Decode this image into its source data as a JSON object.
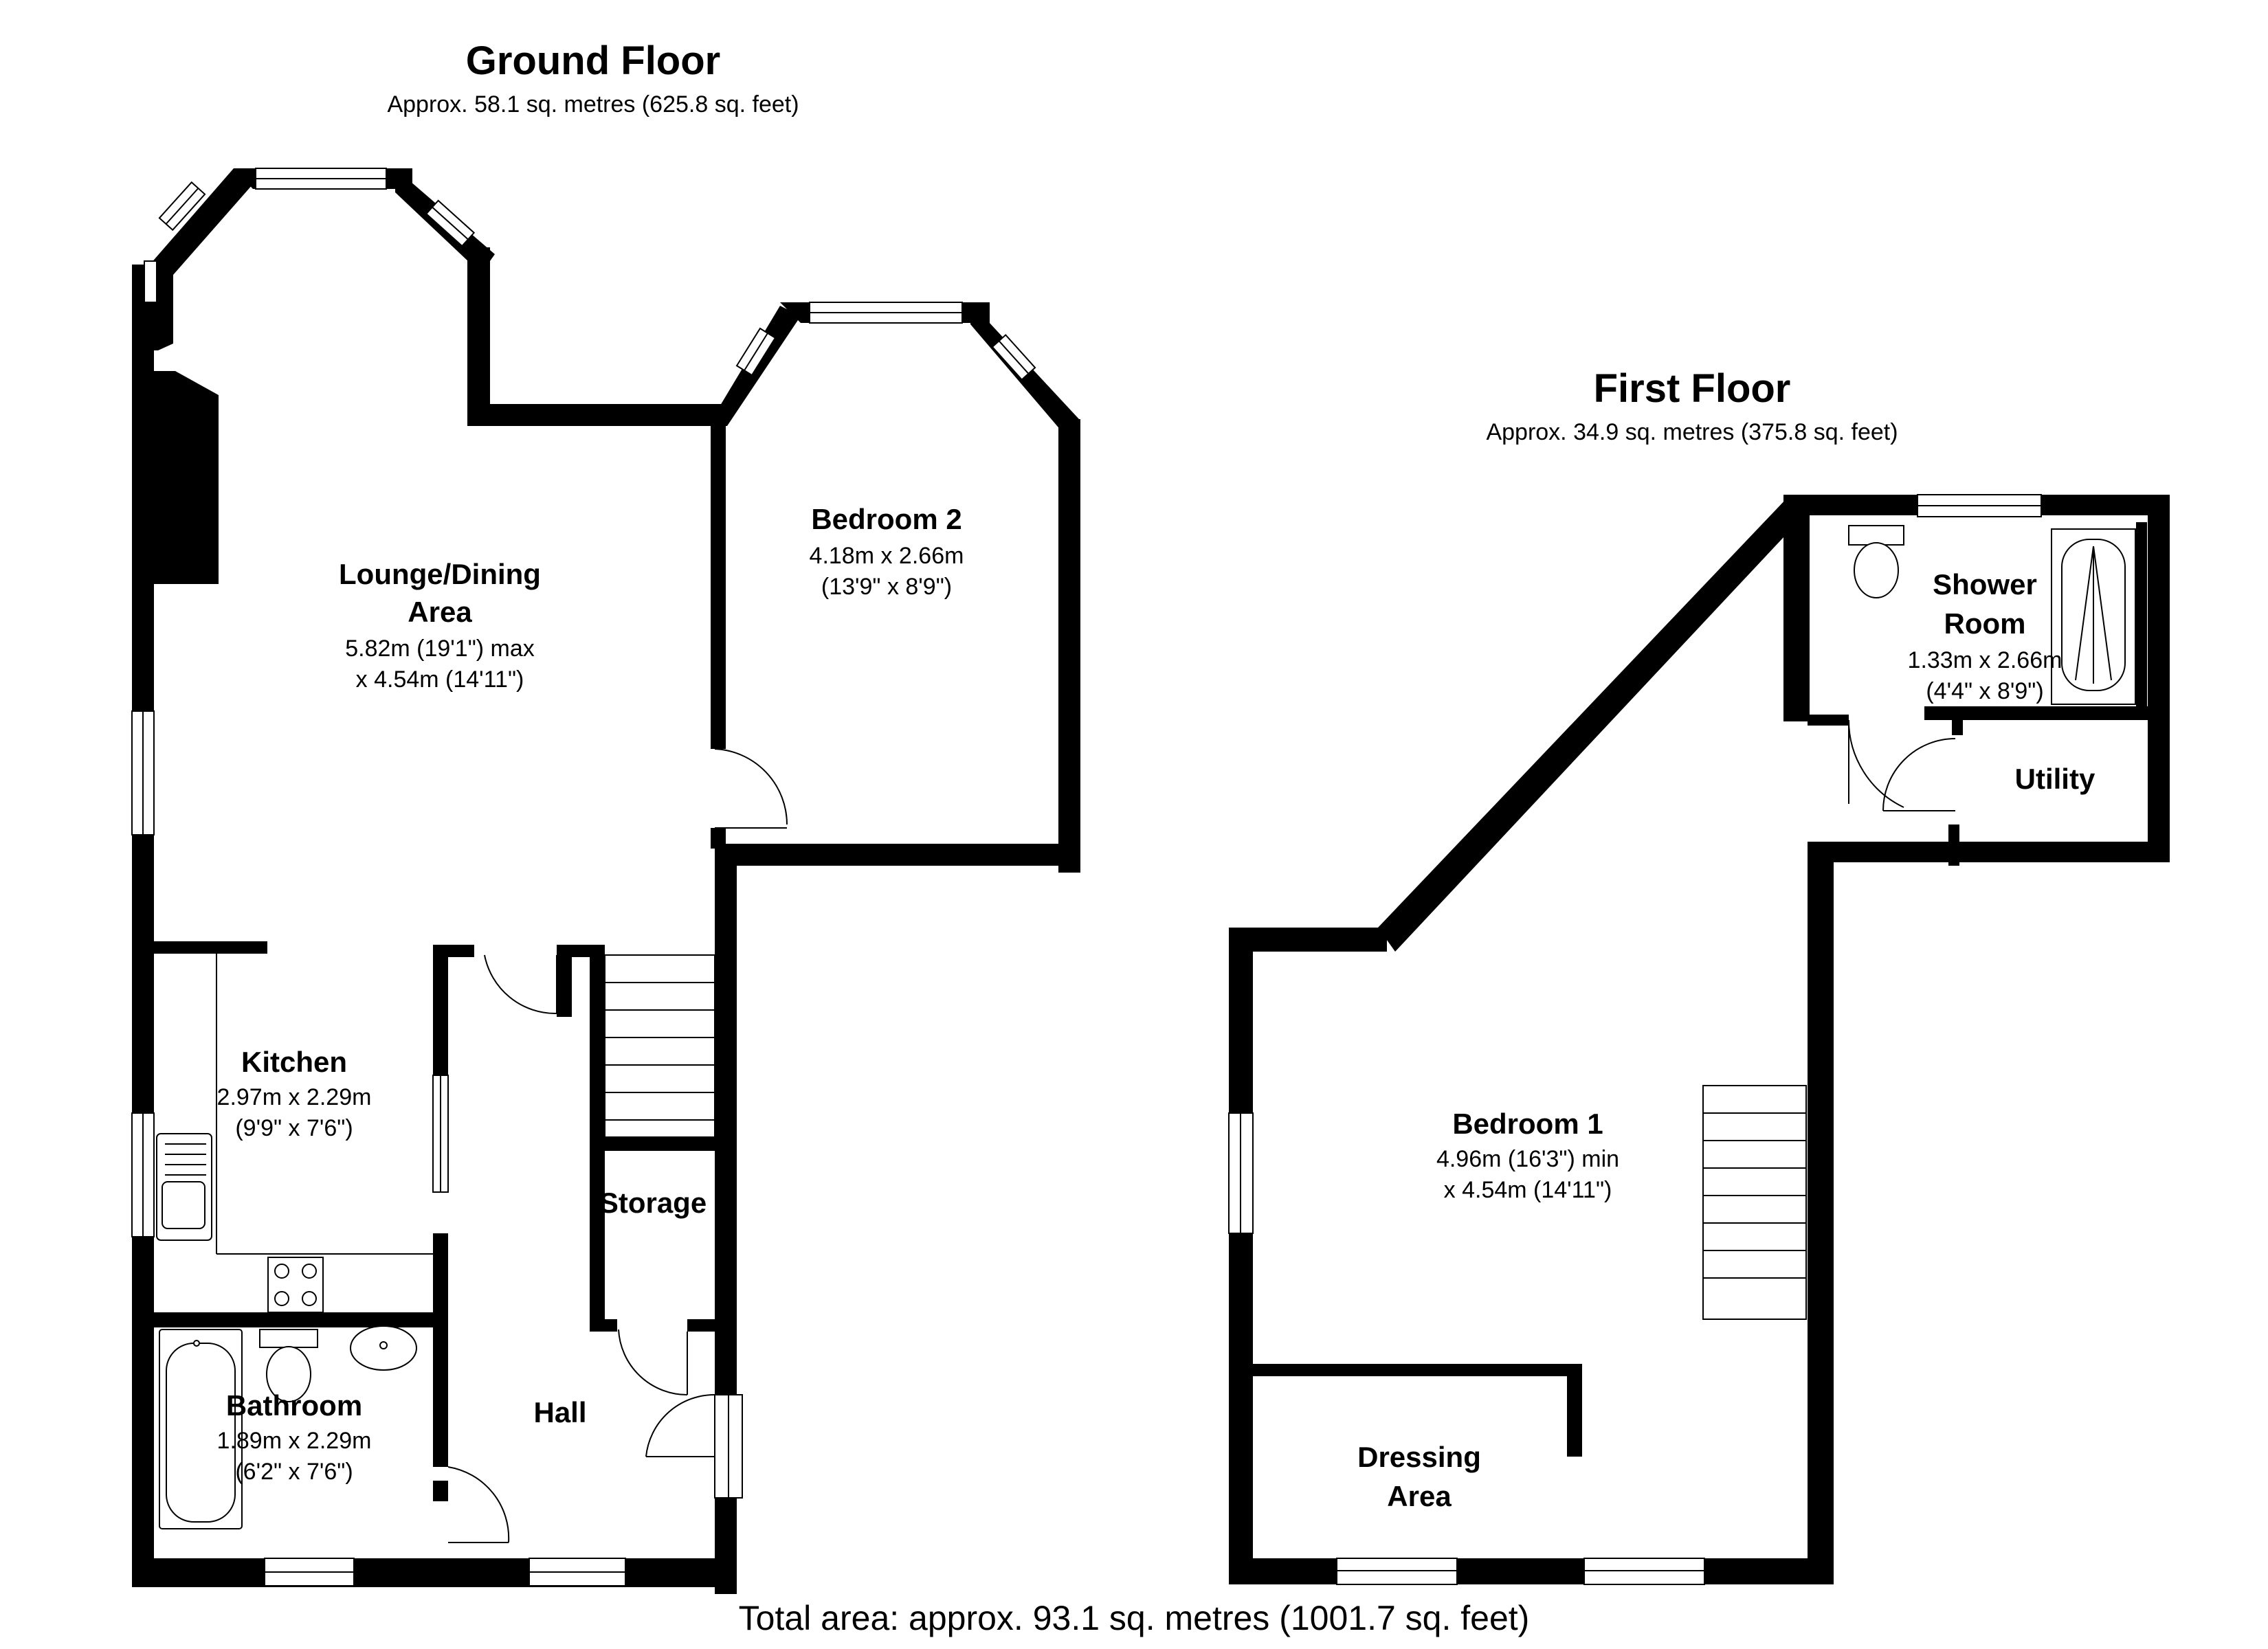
{
  "ground_floor": {
    "title": "Ground Floor",
    "area": "Approx.  58.1 sq. metres (625.8 sq. feet)",
    "rooms": {
      "lounge": {
        "name_line1": "Lounge/Dining",
        "name_line2": "Area",
        "dim_line1": "5.82m (19'1\") max",
        "dim_line2": "x 4.54m (14'11\")"
      },
      "bedroom2": {
        "name": "Bedroom 2",
        "dim_line1": "4.18m x 2.66m",
        "dim_line2": "(13'9\" x 8'9\")"
      },
      "kitchen": {
        "name": "Kitchen",
        "dim_line1": "2.97m x 2.29m",
        "dim_line2": "(9'9\" x 7'6\")"
      },
      "bathroom": {
        "name": "Bathroom",
        "dim_line1": "1.89m x 2.29m",
        "dim_line2": "(6'2\" x 7'6\")"
      },
      "storage": {
        "name": "Storage"
      },
      "hall": {
        "name": "Hall"
      }
    }
  },
  "first_floor": {
    "title": "First Floor",
    "area": "Approx.  34.9 sq. metres (375.8 sq. feet)",
    "rooms": {
      "shower": {
        "name_line1": "Shower",
        "name_line2": "Room",
        "dim_line1": "1.33m x 2.66m",
        "dim_line2": "(4'4\" x 8'9\")"
      },
      "utility": {
        "name": "Utility"
      },
      "bedroom1": {
        "name": "Bedroom 1",
        "dim_line1": "4.96m (16'3\") min",
        "dim_line2": "x 4.54m (14'11\")"
      },
      "dressing": {
        "name_line1": "Dressing",
        "name_line2": "Area"
      }
    }
  },
  "total_area": "Total area: approx.  93.1 sq. metres (1001.7 sq. feet)",
  "colors": {
    "wall": "#000000",
    "background": "#ffffff"
  }
}
